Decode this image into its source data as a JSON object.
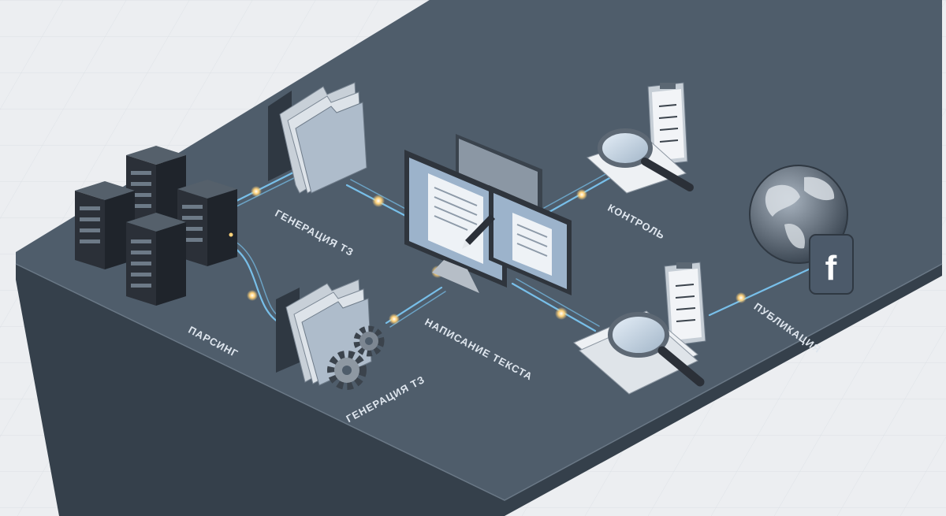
{
  "labels": {
    "parsing": "Парсинг",
    "gen_tz_top": "Генерация ТЗ",
    "gen_tz_bottom": "Генерация ТЗ",
    "writing": "Написание текста",
    "control": "Контроль",
    "publish": "Публикация"
  },
  "icons": {
    "servers": "server-rack-icon",
    "folders": "folder-stack-icon",
    "gears": "gear-icon",
    "monitor": "monitor-icon",
    "pen": "pen-icon",
    "checklist": "clipboard-checklist-icon",
    "magnifier": "magnifier-icon",
    "globe": "globe-icon",
    "facebook": "facebook-icon"
  },
  "colors": {
    "background": "#eceef1",
    "platform": "#4f5d6b",
    "platform_edge": "#35404b",
    "connector": "#7fd0ff",
    "glow": "#ffd27a",
    "label": "#dfe6ee"
  },
  "facebook_letter": "f"
}
